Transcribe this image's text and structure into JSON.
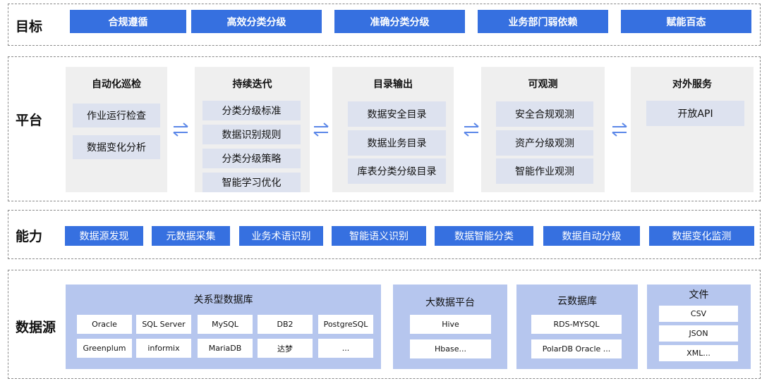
{
  "goals": {
    "title": "目标",
    "items": [
      "合规遵循",
      "高效分类分级",
      "准确分类分级",
      "业务部门弱依赖",
      "赋能百态"
    ]
  },
  "platform": {
    "title": "平台",
    "cards": [
      {
        "title": "自动化巡检",
        "items": [
          "作业运行检查",
          "数据变化分析"
        ]
      },
      {
        "title": "持续迭代",
        "items": [
          "分类分级标准",
          "数据识别规则",
          "分类分级策略",
          "智能学习优化"
        ]
      },
      {
        "title": "目录输出",
        "items": [
          "数据安全目录",
          "数据业务目录",
          "库表分类分级目录"
        ]
      },
      {
        "title": "可观测",
        "items": [
          "安全合规观测",
          "资产分级观测",
          "智能作业观测"
        ]
      },
      {
        "title": "对外服务",
        "items": [
          "开放API"
        ]
      }
    ],
    "arrow_icon": "bidirectional-arrow-icon",
    "arrow_color": "#5b87e8"
  },
  "capability": {
    "title": "能力",
    "items": [
      "数据源发现",
      "元数据采集",
      "业务术语识别",
      "智能语义识别",
      "数据智能分类",
      "数据自动分级",
      "数据变化监测"
    ]
  },
  "datasource": {
    "title": "数据源",
    "relational": {
      "title": "关系型数据库",
      "items": [
        "Oracle",
        "SQL Server",
        "MySQL",
        "DB2",
        "PostgreSQL",
        "Greenplum",
        "informix",
        "MariaDB",
        "达梦",
        "..."
      ]
    },
    "bigdata": {
      "title": "大数据平台",
      "items": [
        "Hive",
        "Hbase..."
      ]
    },
    "cloud": {
      "title": "云数据库",
      "items": [
        "RDS-MYSQL",
        "PolarDB Oracle ..."
      ]
    },
    "file": {
      "title": "文件",
      "items": [
        "CSV",
        "JSON",
        "XML..."
      ]
    }
  },
  "colors": {
    "primary_blue": "#3670e0",
    "panel_blue": "#b6c6ee",
    "card_gray": "#efefef",
    "item_lavender": "#dde2ef"
  }
}
